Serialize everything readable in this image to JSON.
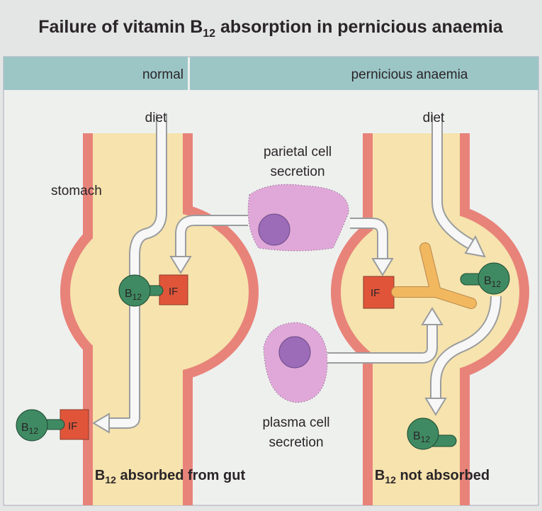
{
  "title": {
    "pre": "Failure of vitamin B",
    "sub": "12",
    "post": " absorption in pernicious anaemia"
  },
  "panels": {
    "normal": "normal",
    "pernicious": "pernicious anaemia"
  },
  "labels": {
    "diet": "diet",
    "stomach": "stomach",
    "parietal_1": "parietal cell",
    "parietal_2": "secretion",
    "plasma_1": "plasma cell",
    "plasma_2": "secretion",
    "b": "B",
    "b_sub": "12",
    "if": "IF"
  },
  "captions": {
    "normal_pre": "B",
    "normal_sub": "12",
    "normal_post": " absorbed from gut",
    "pa_pre": "B",
    "pa_sub": "12",
    "pa_post": " not absorbed"
  },
  "colors": {
    "header": "#9cc6c6",
    "wall": "#e8837a",
    "lumen": "#f6e3ad",
    "cell": "#e0a8d8",
    "nucleus": "#9c6cb8",
    "b12": "#3f8a62",
    "if": "#e0553a",
    "antibody": "#f2b860"
  }
}
